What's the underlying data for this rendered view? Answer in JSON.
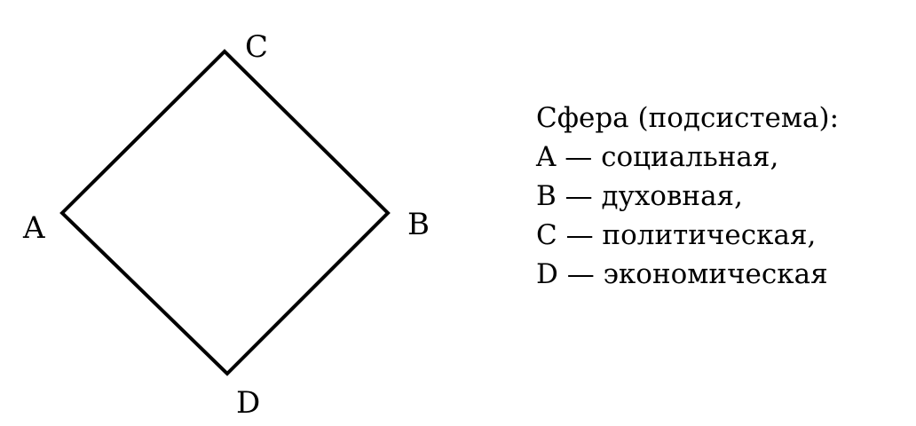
{
  "diagram": {
    "vertices": {
      "A": "A",
      "B": "B",
      "C": "C",
      "D": "D"
    },
    "colors": {
      "stroke": "#000000",
      "text": "#000000"
    }
  },
  "legend": {
    "title": "Сфера (подсистема):",
    "items": [
      "A — социальная,",
      "B — духовная,",
      "C — политическая,",
      "D — экономическая"
    ]
  }
}
